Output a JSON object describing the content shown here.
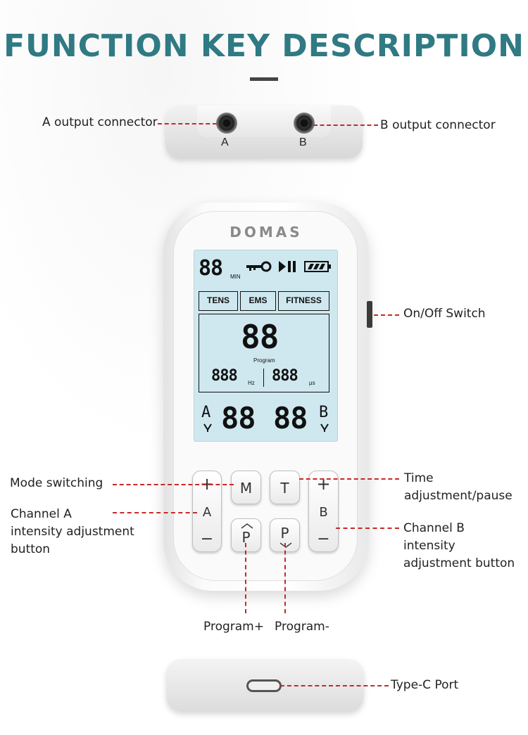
{
  "title": "FUNCTION KEY DESCRIPTION",
  "brand": "DOMAS",
  "labels": {
    "a_output": "A output connector",
    "b_output": "B output connector",
    "jack_a": "A",
    "jack_b": "B",
    "on_off": "On/Off Switch",
    "mode_switching": "Mode switching",
    "time_line1": "Time",
    "time_line2": "adjustment/pause",
    "channel_a_line1": "Channel A",
    "channel_a_line2": "intensity adjustment",
    "channel_a_line3": "button",
    "channel_b_line1": "Channel B",
    "channel_b_line2": "intensity",
    "channel_b_line3": "adjustment button",
    "program_plus": "Program+",
    "program_minus": "Program-",
    "type_c": "Type-C Port"
  },
  "lcd": {
    "timer": "88",
    "timer_unit": "MIN",
    "modes": [
      "TENS",
      "EMS",
      "FITNESS"
    ],
    "program_value": "88",
    "program_label": "Program",
    "freq_value": "888",
    "freq_unit": "Hz",
    "pulse_value": "888",
    "pulse_unit": "μs",
    "channel_a_letter": "A",
    "channel_b_letter": "B",
    "channel_a_value": "88",
    "channel_b_value": "88"
  },
  "buttons": {
    "a_plus": "+",
    "a_letter": "A",
    "a_minus": "−",
    "m": "M",
    "t": "T",
    "b_plus": "+",
    "b_letter": "B",
    "b_minus": "−",
    "p_up": "P",
    "p_down": "P"
  },
  "colors": {
    "title": "#2f7a83",
    "leader": "#c52a2a",
    "lcd": "#cfe8ef"
  }
}
